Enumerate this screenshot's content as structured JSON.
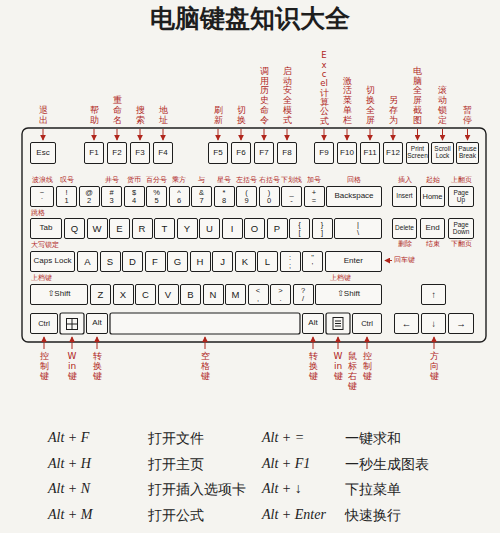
{
  "diagram": {
    "title": "电脑键盘知识大全",
    "nodes": [
      {
        "text": [
          "Esc"
        ]
      },
      {
        "text": [
          "F1"
        ]
      },
      {
        "text": [
          "F2"
        ]
      },
      {
        "text": [
          "F3"
        ]
      },
      {
        "text": [
          "F4"
        ]
      },
      {
        "text": [
          "F5"
        ]
      },
      {
        "text": [
          "F6"
        ]
      },
      {
        "text": [
          "F7"
        ]
      },
      {
        "text": [
          "F8"
        ]
      },
      {
        "text": [
          "F9"
        ]
      },
      {
        "text": [
          "F10"
        ]
      },
      {
        "text": [
          "F11"
        ]
      },
      {
        "text": [
          "F12"
        ]
      },
      {
        "text": [
          "Print Screen"
        ]
      },
      {
        "text": [
          "Scroll Lock"
        ]
      },
      {
        "text": [
          "Pause Break"
        ]
      },
      {
        "text": [
          "~",
          "`"
        ]
      },
      {
        "text": [
          "!",
          "1"
        ]
      },
      {
        "text": [
          "@",
          "2"
        ]
      },
      {
        "text": [
          "#",
          "3"
        ]
      },
      {
        "text": [
          "$",
          "4"
        ]
      },
      {
        "text": [
          "%",
          "5"
        ]
      },
      {
        "text": [
          "^",
          "6"
        ]
      },
      {
        "text": [
          "&",
          "7"
        ]
      },
      {
        "text": [
          "*",
          "8"
        ]
      },
      {
        "text": [
          "(",
          "9"
        ]
      },
      {
        "text": [
          ")",
          "0"
        ]
      },
      {
        "text": [
          "_",
          "-"
        ]
      },
      {
        "text": [
          "+",
          "="
        ]
      },
      {
        "text": [
          "Backspace"
        ]
      },
      {
        "text": [
          "Insert"
        ]
      },
      {
        "text": [
          "Home"
        ]
      },
      {
        "text": [
          "Page Up"
        ]
      },
      {
        "text": [
          "Tab"
        ]
      },
      {
        "text": [
          "Q"
        ]
      },
      {
        "text": [
          "W"
        ]
      },
      {
        "text": [
          "E"
        ]
      },
      {
        "text": [
          "R"
        ]
      },
      {
        "text": [
          "T"
        ]
      },
      {
        "text": [
          "Y"
        ]
      },
      {
        "text": [
          "U"
        ]
      },
      {
        "text": [
          "I"
        ]
      },
      {
        "text": [
          "O"
        ]
      },
      {
        "text": [
          "P"
        ]
      },
      {
        "text": [
          "{",
          "["
        ]
      },
      {
        "text": [
          "}",
          "]"
        ]
      },
      {
        "text": [
          "|",
          "\\"
        ]
      },
      {
        "text": [
          "Delete"
        ]
      },
      {
        "text": [
          "End"
        ]
      },
      {
        "text": [
          "Page Down"
        ]
      },
      {
        "text": [
          "Caps Lock"
        ]
      },
      {
        "text": [
          "A"
        ]
      },
      {
        "text": [
          "S"
        ]
      },
      {
        "text": [
          "D"
        ]
      },
      {
        "text": [
          "F"
        ]
      },
      {
        "text": [
          "G"
        ]
      },
      {
        "text": [
          "H"
        ]
      },
      {
        "text": [
          "J"
        ]
      },
      {
        "text": [
          "K"
        ]
      },
      {
        "text": [
          "L"
        ]
      },
      {
        "text": [
          ":",
          ";"
        ]
      },
      {
        "text": [
          "\"",
          "'"
        ]
      },
      {
        "text": [
          "Enter"
        ]
      },
      {
        "text": [
          "⇧Shift"
        ]
      },
      {
        "text": [
          "Z"
        ]
      },
      {
        "text": [
          "X"
        ]
      },
      {
        "text": [
          "C"
        ]
      },
      {
        "text": [
          "V"
        ]
      },
      {
        "text": [
          "B"
        ]
      },
      {
        "text": [
          "N"
        ]
      },
      {
        "text": [
          "M"
        ]
      },
      {
        "text": [
          "<",
          ","
        ]
      },
      {
        "text": [
          ">",
          "."
        ]
      },
      {
        "text": [
          "?",
          "/"
        ]
      },
      {
        "text": [
          "⇧Shift"
        ]
      },
      {
        "text": [
          "↑"
        ]
      },
      {
        "text": [
          "Ctrl"
        ]
      },
      {
        "text": [
          "Alt"
        ]
      },
      {
        "text": [
          "Alt"
        ]
      },
      {
        "text": [
          "Ctrl"
        ]
      },
      {
        "text": [
          "←"
        ]
      },
      {
        "text": [
          "↓"
        ]
      },
      {
        "text": [
          "→"
        ]
      }
    ],
    "labels": [
      "退出",
      "帮助",
      "重命名",
      "搜索",
      "地址",
      "刷新",
      "切换",
      "调用历史命令",
      "启动安全模式",
      "Excel计算公式",
      "激活菜单栏",
      "切换全屏",
      "另存为",
      "电脑全屏截图",
      "滚动锁定",
      "暂停",
      "波浪线",
      "叹号",
      "井号",
      "货币",
      "百分号",
      "乘方",
      "与",
      "星号",
      "左括号",
      "右括号",
      "下划线",
      "加号",
      "回格",
      "插入",
      "起始",
      "上翻页",
      "跳格",
      "删除",
      "结束",
      "下翻页",
      "大写锁定",
      "上档键",
      "上档键",
      "回车键",
      "控制键",
      "Win键",
      "转换键",
      "空格键",
      "转换键",
      "Win键",
      "鼠标右键",
      "控制键",
      "方向键",
      "Alt + F",
      "打开文件",
      "Alt + =",
      "一键求和",
      "Alt + H",
      "打开主页",
      "Alt + F1",
      "一秒生成图表",
      "Alt + N",
      "打开插入选项卡",
      "Alt + ↓",
      "下拉菜单",
      "Alt + M",
      "打开公式",
      "Alt + Enter",
      "快速换行"
    ]
  }
}
